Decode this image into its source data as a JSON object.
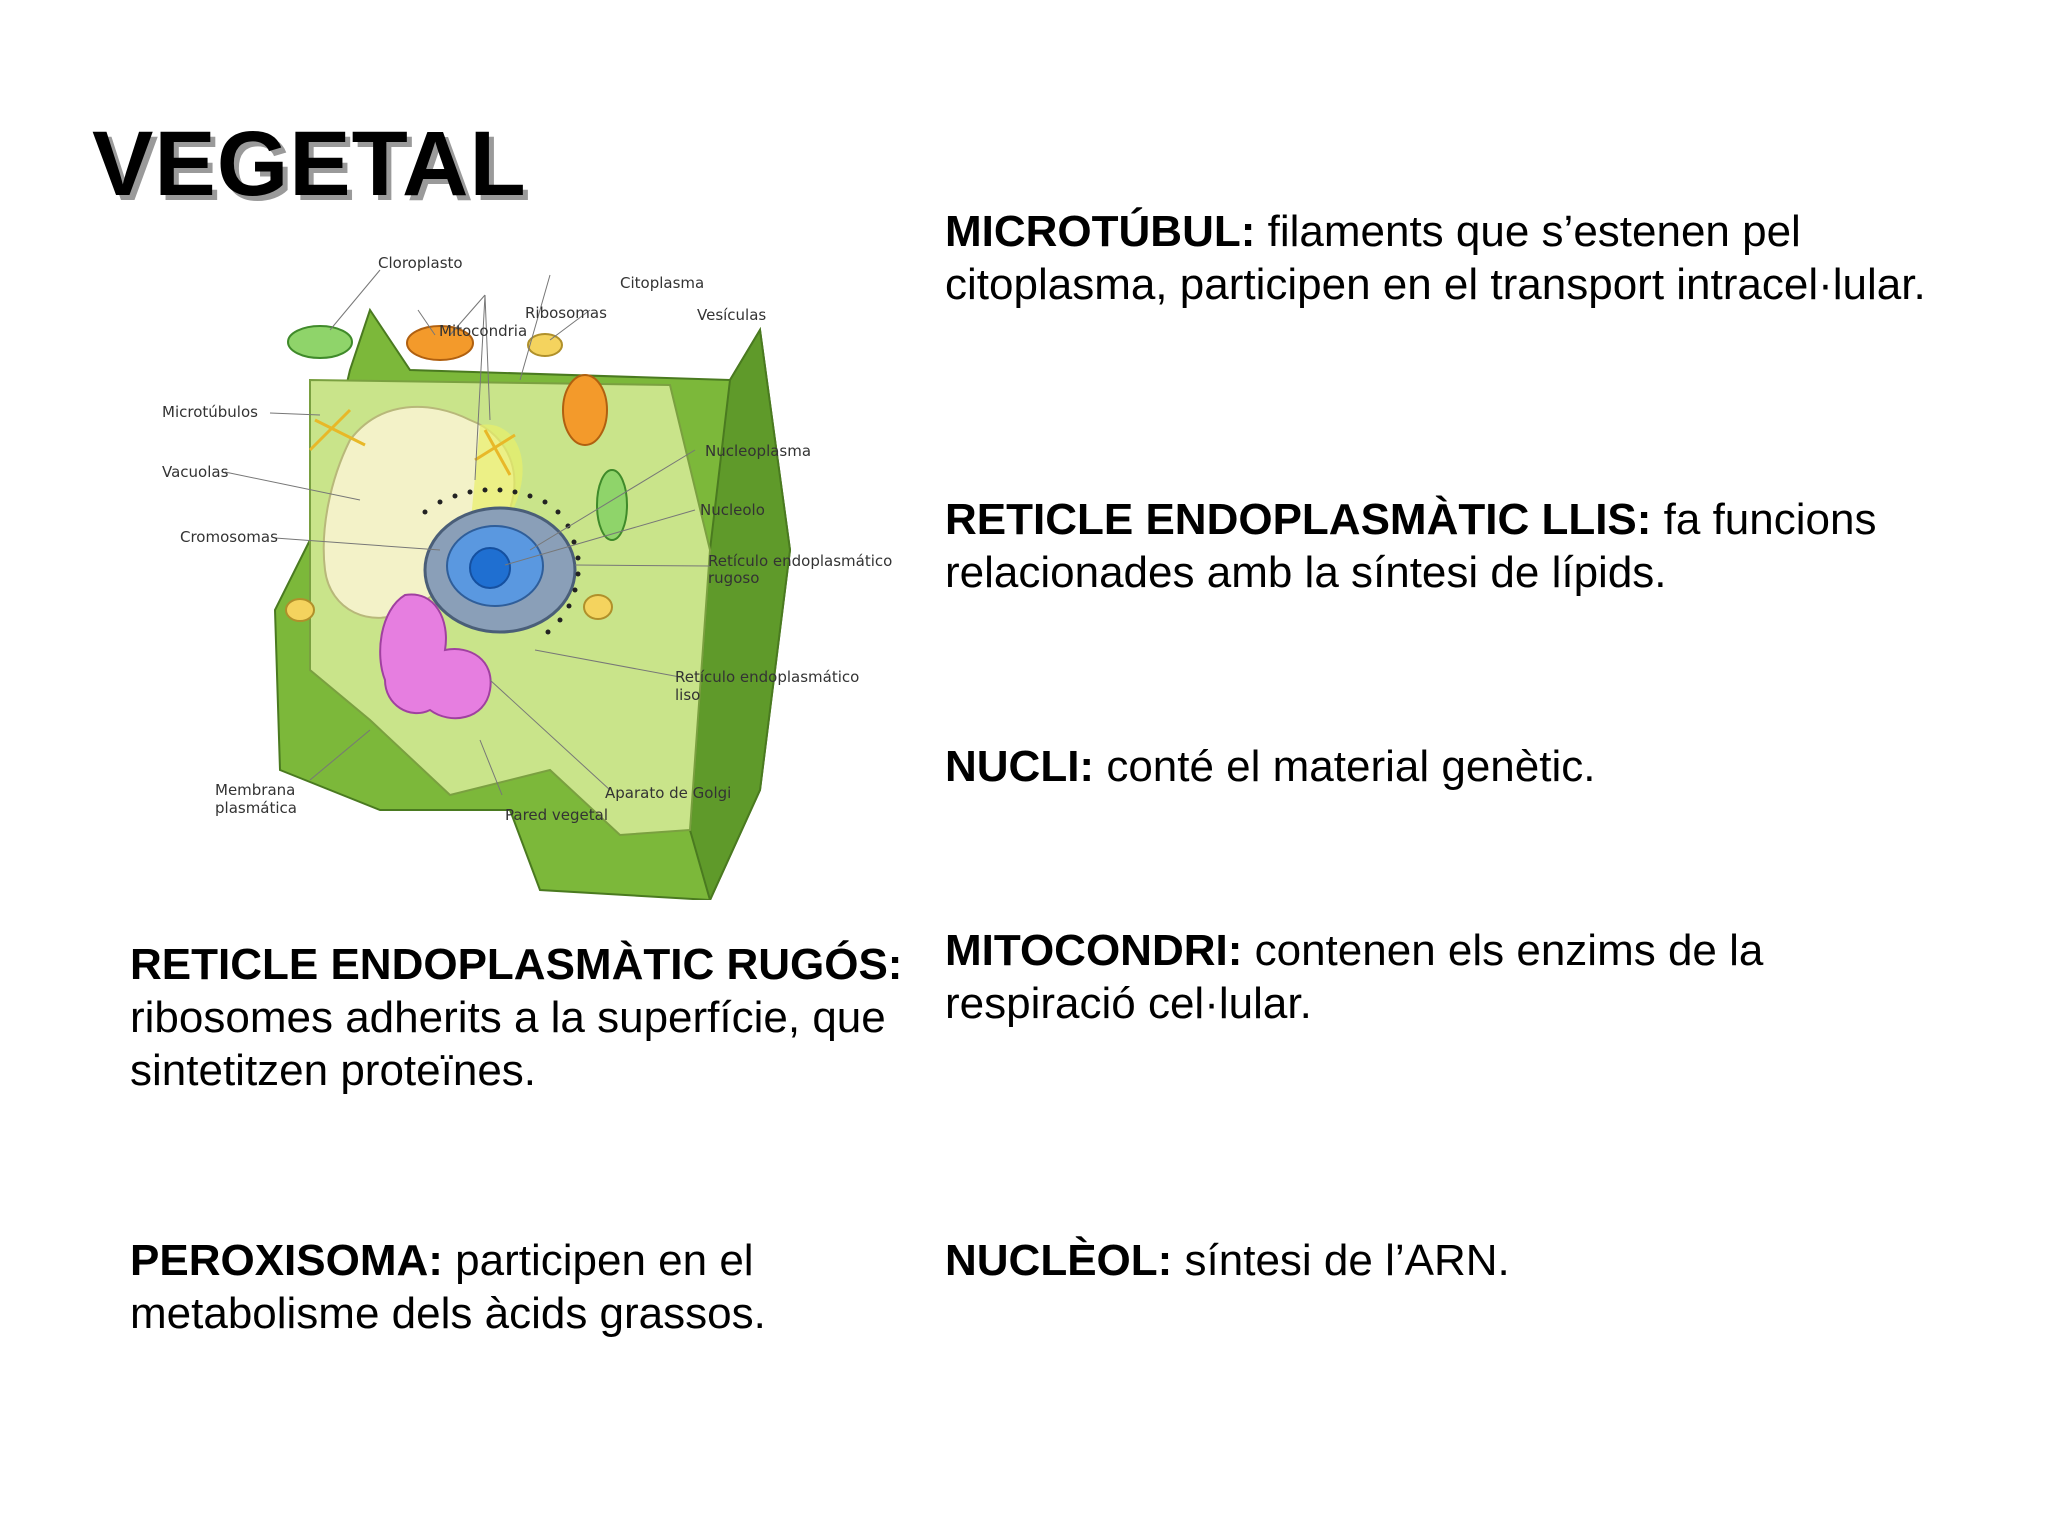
{
  "title": "VEGETAL",
  "diagram": {
    "labels": {
      "cloroplasto": "Cloroplasto",
      "citoplasma": "Citoplasma",
      "ribosomas": "Ribosomas",
      "mitocondria": "Mitocondria",
      "vesiculas": "Vesículas",
      "microtubulos": "Microtúbulos",
      "nucleoplasma": "Nucleoplasma",
      "vacuolas": "Vacuolas",
      "nucleolo": "Nucleolo",
      "cromosomas": "Cromosomas",
      "re_rugoso_1": "Retículo endoplasmático",
      "re_rugoso_2": "rugoso",
      "re_liso_1": "Retículo endoplasmático",
      "re_liso_2": "liso",
      "membrana_1": "Membrana",
      "membrana_2": "plasmática",
      "golgi": "Aparato de Golgi",
      "pared": "Pared vegetal"
    },
    "colors": {
      "wall": "#7cb83a",
      "wall_dark": "#5f9a2a",
      "cytoplasm": "#c9e48a",
      "vacuole": "#f3f2c8",
      "nucleus": "#8a9fb8",
      "nucleolus": "#1f6fd1",
      "golgi": "#e67ee0",
      "mitochondria": "#f39a2b",
      "chloroplast": "#8fd46a"
    }
  },
  "blocks": {
    "microtubul": {
      "term": "MICROTÚBUL:",
      "desc": " filaments que s’estenen pel citoplasma, participen en el transport intracel·lular."
    },
    "re_llis": {
      "term": "RETICLE ENDOPLASMÀTIC LLIS:",
      "desc": " fa funcions relacionades amb la síntesi de lípids."
    },
    "nucli": {
      "term": "NUCLI:",
      "desc": " conté el material genètic."
    },
    "mitocondri": {
      "term": "MITOCONDRI:",
      "desc": " contenen els enzims de la respiració cel·lular."
    },
    "nucleol": {
      "term": "NUCLÈOL:",
      "desc": " síntesi de l’ARN."
    },
    "re_rugos": {
      "term": "RETICLE ENDOPLASMÀTIC RUGÓS:",
      "desc": " ribosomes adherits a la superfície, que sintetitzen proteïnes."
    },
    "peroxisoma": {
      "term": "PEROXISOMA:",
      "desc": " participen en el metabolisme dels àcids grassos."
    }
  }
}
